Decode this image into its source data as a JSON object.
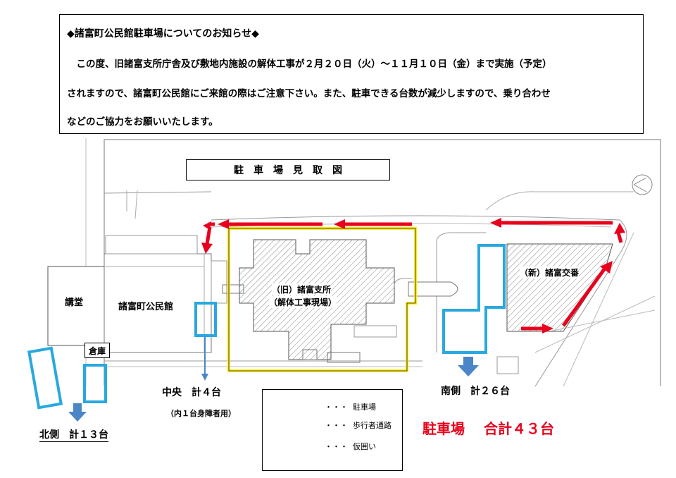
{
  "notice": {
    "title": "◆諸富町公民館駐車場についてのお知らせ◆",
    "line1": "　この度、旧諸富支所庁舎及び敷地内施設の解体工事が２月２０日（火）～１１月１０日（金）まで実施（予定）",
    "line2": "されますので、諸富町公民館にご来館の際はご注意下さい。また、駐車できる台数が減少しますので、乗り合わせ",
    "line3": "などのご協力をお願いいたします。"
  },
  "map": {
    "heading": "駐　車　場　見　取　図",
    "kodo": "講堂",
    "kominkan": "諸富町公民館",
    "soko": "倉庫",
    "old_office": "（旧）諸富支所",
    "old_office_sub": "（解体工事現場）",
    "koban": "（新）諸富交番"
  },
  "counts": {
    "center": "中央　計４台",
    "center_note": "（内１台身障者用）",
    "north": "北側　計１３台",
    "south": "南側　計２６台",
    "total": "駐車場　 合計４３台"
  },
  "legend": {
    "dots": "・・・",
    "parking": "駐車場",
    "walkway": "歩行者通路",
    "fence": "仮囲い"
  },
  "colors": {
    "parking": "#29a8e0",
    "arrow_blue": "#4a86c8",
    "walkway": "#e8001c",
    "fence": "#ffeb1a",
    "total_text": "#e8001c"
  }
}
